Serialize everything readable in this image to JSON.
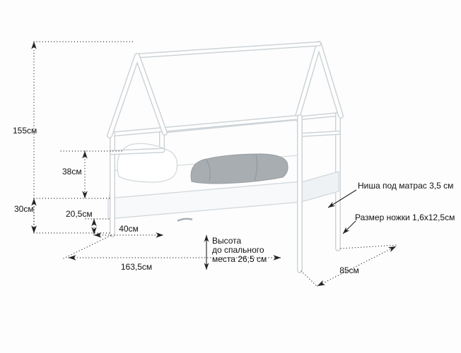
{
  "background": "#fdfdfd",
  "colors": {
    "frame_outline": "#ccd3d7",
    "blanket": "#a7adb0",
    "dimension_line": "#222222",
    "label_text": "#111111"
  },
  "dimensions": {
    "total_height": "155см",
    "guard_rail_height": "38см",
    "frame_height": "30см",
    "under_bed_clearance": "20,5см",
    "entry_opening": "40см",
    "bed_length": "163,5см",
    "bed_depth": "85см"
  },
  "notes": {
    "sleeping_height_line1": "Высота",
    "sleeping_height_line2": "до спального",
    "sleeping_height_line3": "места 26,5 см",
    "mattress_niche": "Ниша под матрас 3,5 см",
    "leg_size": "Размер ножки 1,6x12,5см"
  }
}
